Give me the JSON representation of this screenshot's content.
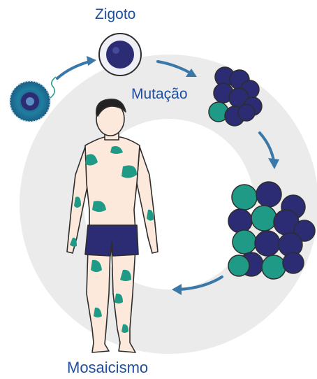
{
  "labels": {
    "zygote": "Zigoto",
    "mutation": "Mutação",
    "mosaicism": "Mosaicismo"
  },
  "colors": {
    "ring": "#ebebec",
    "navy": "#2b2c73",
    "teal": "#1f9a86",
    "skin": "#fde8dc",
    "outline": "#2d2d2d",
    "arrow": "#3a78a8",
    "label": "#1f4e9c"
  }
}
